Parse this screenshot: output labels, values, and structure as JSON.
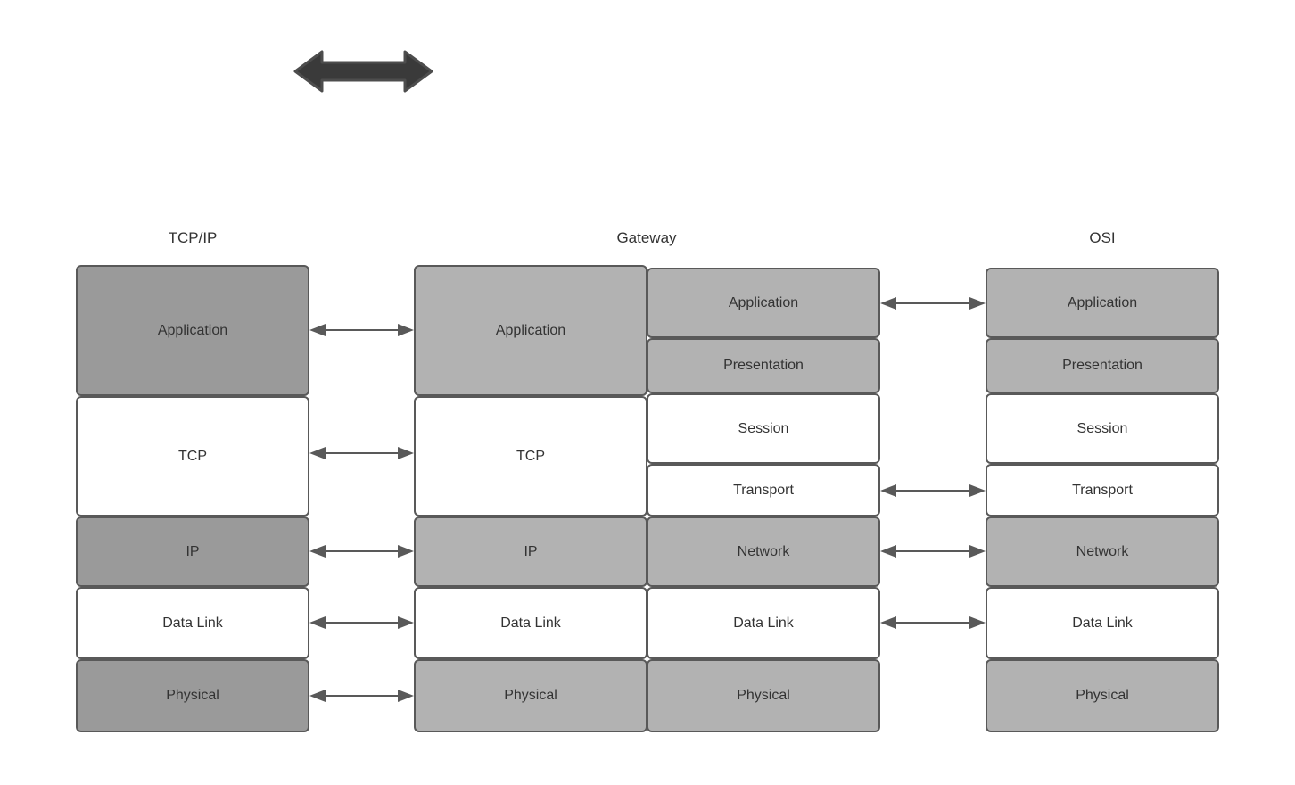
{
  "diagram": {
    "title_hidden": "",
    "colors": {
      "dark_gray": "#9a9a9a",
      "light_gray": "#b2b2b2",
      "white": "#ffffff",
      "stroke": "#595959",
      "text": "#333333",
      "big_arrow_fill": "#3a3a3a"
    },
    "big_arrow": {
      "name": "double-headed-arrow",
      "direction": "both"
    },
    "columns": [
      {
        "id": "tcpip",
        "title": "TCP/IP",
        "layers": [
          {
            "label": "Application",
            "fill": "dark"
          },
          {
            "label": "TCP",
            "fill": "white"
          },
          {
            "label": "IP",
            "fill": "dark"
          },
          {
            "label": "Data Link",
            "fill": "white"
          },
          {
            "label": "Physical",
            "fill": "dark"
          }
        ]
      },
      {
        "id": "gateway",
        "title": "Gateway",
        "left_layers": [
          {
            "label": "Application",
            "fill": "light"
          },
          {
            "label": "TCP",
            "fill": "white"
          },
          {
            "label": "IP",
            "fill": "light"
          },
          {
            "label": "Data Link",
            "fill": "white"
          },
          {
            "label": "Physical",
            "fill": "light"
          }
        ],
        "right_layers": [
          {
            "label": "Application",
            "fill": "light"
          },
          {
            "label": "Presentation",
            "fill": "light"
          },
          {
            "label": "Session",
            "fill": "white"
          },
          {
            "label": "Transport",
            "fill": "white"
          },
          {
            "label": "Network",
            "fill": "light"
          },
          {
            "label": "Data Link",
            "fill": "white"
          },
          {
            "label": "Physical",
            "fill": "light"
          }
        ]
      },
      {
        "id": "osi",
        "title": "OSI",
        "layers": [
          {
            "label": "Application",
            "fill": "light"
          },
          {
            "label": "Presentation",
            "fill": "light"
          },
          {
            "label": "Session",
            "fill": "white"
          },
          {
            "label": "Transport",
            "fill": "white"
          },
          {
            "label": "Network",
            "fill": "light"
          },
          {
            "label": "Data Link",
            "fill": "white"
          },
          {
            "label": "Physical",
            "fill": "light"
          }
        ]
      }
    ],
    "connectors": {
      "left_group": [
        {
          "from": "TCP/IP Application",
          "to": "Gateway Application"
        },
        {
          "from": "TCP/IP TCP",
          "to": "Gateway TCP"
        },
        {
          "from": "TCP/IP IP",
          "to": "Gateway IP"
        },
        {
          "from": "TCP/IP Data Link",
          "to": "Gateway Data Link"
        },
        {
          "from": "TCP/IP Physical",
          "to": "Gateway Physical"
        }
      ],
      "right_group": [
        {
          "from": "Gateway Application",
          "to": "OSI Application"
        },
        {
          "from": "Gateway Transport",
          "to": "OSI Transport"
        },
        {
          "from": "Gateway Network",
          "to": "OSI Network"
        },
        {
          "from": "Gateway Data Link",
          "to": "OSI Data Link"
        }
      ]
    }
  }
}
